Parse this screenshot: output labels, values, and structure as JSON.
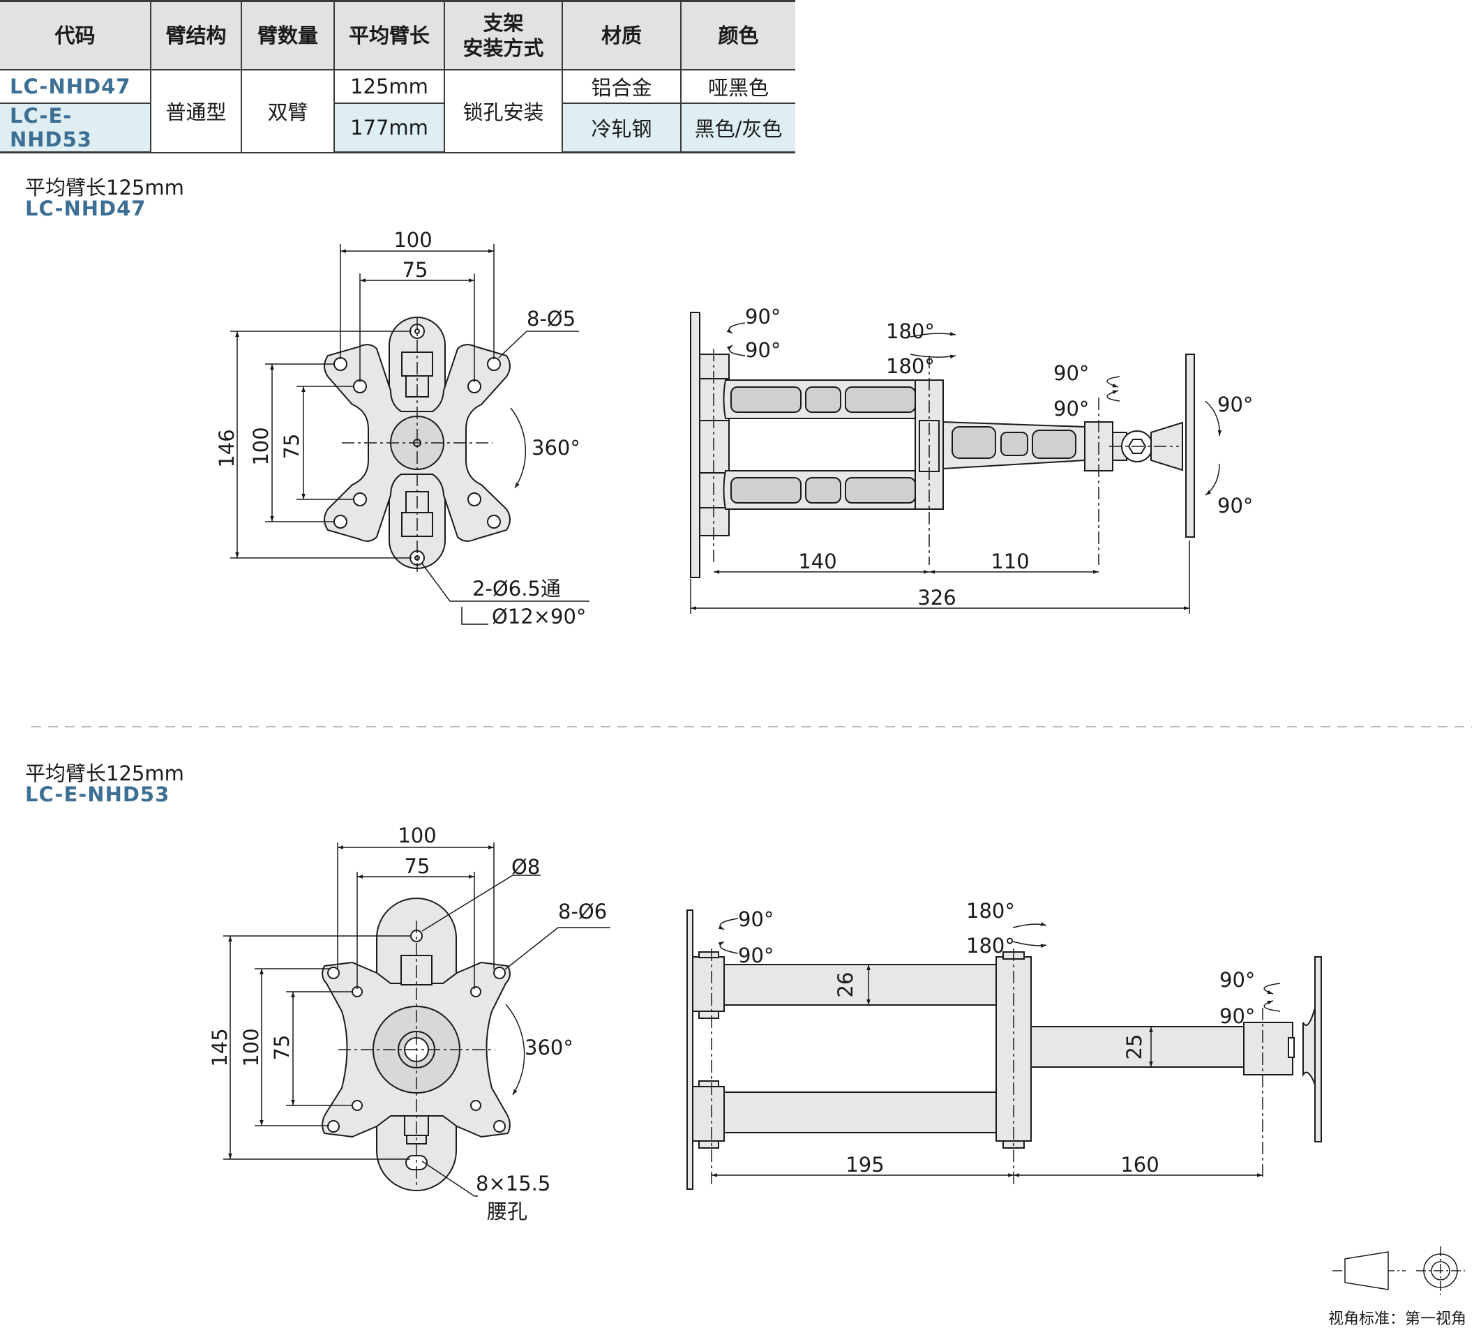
{
  "table": {
    "headers": [
      "代码",
      "臂结构",
      "臂数量",
      "平均臂长",
      "支架\n安装方式",
      "材质",
      "颜色"
    ],
    "rows": [
      {
        "code": "LC-NHD47",
        "structure": "普通型",
        "arm_count": "双臂",
        "avg_length": "125mm",
        "mount": "锁孔安装",
        "material": "铝合金",
        "color": "哑黑色"
      },
      {
        "code": "LC-E-NHD53",
        "structure": "普通型",
        "arm_count": "双臂",
        "avg_length": "177mm",
        "mount": "锁孔安装",
        "material": "冷轧钢",
        "color": "黑色/灰色"
      }
    ]
  },
  "section1": {
    "title": "平均臂长125mm",
    "code": "LC-NHD47",
    "front_view": {
      "width_outer": "100",
      "width_inner": "75",
      "hole_spec": "8-Ø5",
      "height_total": "146",
      "height_outer": "100",
      "height_inner": "75",
      "rotation": "360°",
      "bottom_hole": "2-Ø6.5通",
      "counterbore": "Ø12×90°"
    },
    "side_view": {
      "wall_rot_a": "90°",
      "wall_rot_b": "90°",
      "mid_rot_a": "180°",
      "mid_rot_b": "180°",
      "head_rot_a": "90°",
      "head_rot_b": "90°",
      "tilt_up": "90°",
      "tilt_down": "90°",
      "arm1": "140",
      "arm2": "110",
      "total": "326"
    }
  },
  "section2": {
    "title": "平均臂长125mm",
    "code": "LC-E-NHD53",
    "front_view": {
      "width_outer": "100",
      "width_inner": "75",
      "center_hole": "Ø8",
      "hole_spec": "8-Ø6",
      "height_total": "145",
      "height_outer": "100",
      "height_inner": "75",
      "rotation": "360°",
      "slot": "8×15.5",
      "slot_name": "腰孔"
    },
    "side_view": {
      "wall_rot_a": "90°",
      "wall_rot_b": "90°",
      "mid_rot_a": "180°",
      "mid_rot_b": "180°",
      "head_rot_a": "90°",
      "head_rot_b": "90°",
      "arm_thick1": "26",
      "arm_thick2": "25",
      "arm1": "195",
      "arm2": "160"
    }
  },
  "view_standard": "视角标准：第一视角"
}
